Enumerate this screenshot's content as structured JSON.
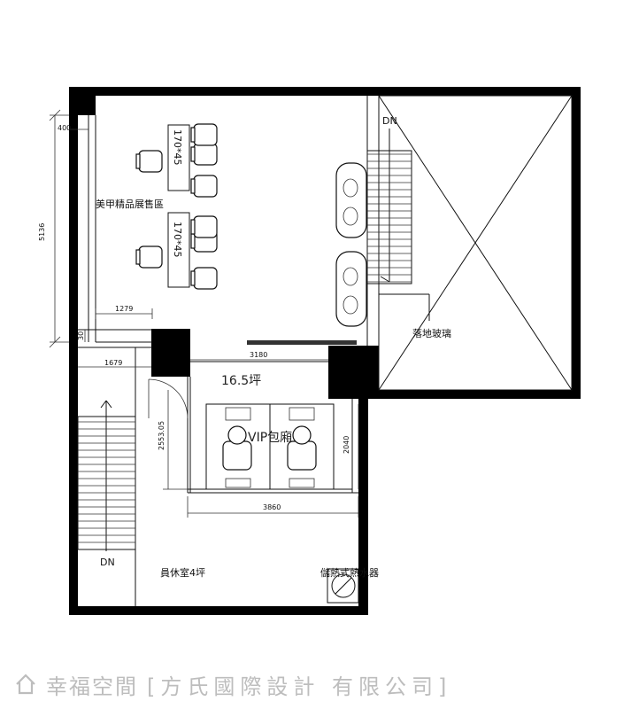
{
  "rooms": {
    "display_area": "美甲精品展售區",
    "vip_room": "VIP包廂",
    "vip_area": "16.5坪",
    "staff_room": "員休室4坪",
    "glass": "落地玻璃",
    "water_heater": "儲熱式熱水器"
  },
  "tables": {
    "table_1": "170*45",
    "table_2": "170*45"
  },
  "stairs": {
    "down_1": "DN",
    "down_2": "DN"
  },
  "dimensions": {
    "d400": "400",
    "d5136": "5136",
    "d1279": "1279",
    "d30": "30",
    "d1679": "1679",
    "d3180": "3180",
    "d2553": "2553.05",
    "d2040": "2040",
    "d3860": "3860"
  },
  "watermark": {
    "logo_text": "幸福空間",
    "company": "[方氏國際設計 有限公司]"
  },
  "colors": {
    "wall": "#000000",
    "line": "#111111",
    "watermark": "#bdbdbd"
  }
}
